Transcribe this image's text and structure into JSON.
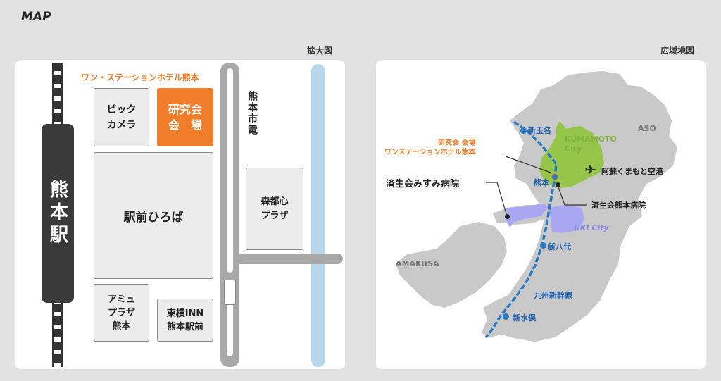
{
  "page": {
    "title": "MAP"
  },
  "detail_map": {
    "label": "拡大図",
    "station_label": "熊本駅",
    "hotel_label": "ワン・ステーションホテル熊本",
    "venue_label": "研究会\n会　場",
    "bic_camera": "ビック\nカメラ",
    "plaza": "駅前ひろば",
    "amu_plaza": "アミュ\nプラザ\n熊本",
    "toyoko_inn": "東横INN\n熊本駅前",
    "morimichi_plaza": "森都心\nプラザ",
    "tram_label": "熊本市電"
  },
  "area_map": {
    "label": "広域地図",
    "aso": "ASO",
    "kumamoto_city": "KUMAMOTO\nCity",
    "uki_city": "UKI City",
    "amakusa": "AMAKUSA",
    "venue_callout": "研究会 会場\nワンステーションホテル熊本",
    "misumi_hospital": "済生会みすみ病院",
    "kumamoto_hospital": "済生会熊本病院",
    "airport": "阿蘇くまもと空港",
    "stations": [
      "新玉名",
      "熊本",
      "新八代",
      "新水俣"
    ],
    "shinkansen_label": "九州新幹線"
  },
  "colors": {
    "venue": "#f07e2a",
    "hotel_text": "#f07e2a",
    "station": "#333333",
    "river": "#b8d6ec",
    "tram": "#a8a8a8",
    "land": "#c9c9c9",
    "kumamoto_city": "#95c64a",
    "uki_city": "#a9a7f2",
    "shinkansen": "#2a7bc4",
    "shinkansen_text": "#1f62b0"
  }
}
